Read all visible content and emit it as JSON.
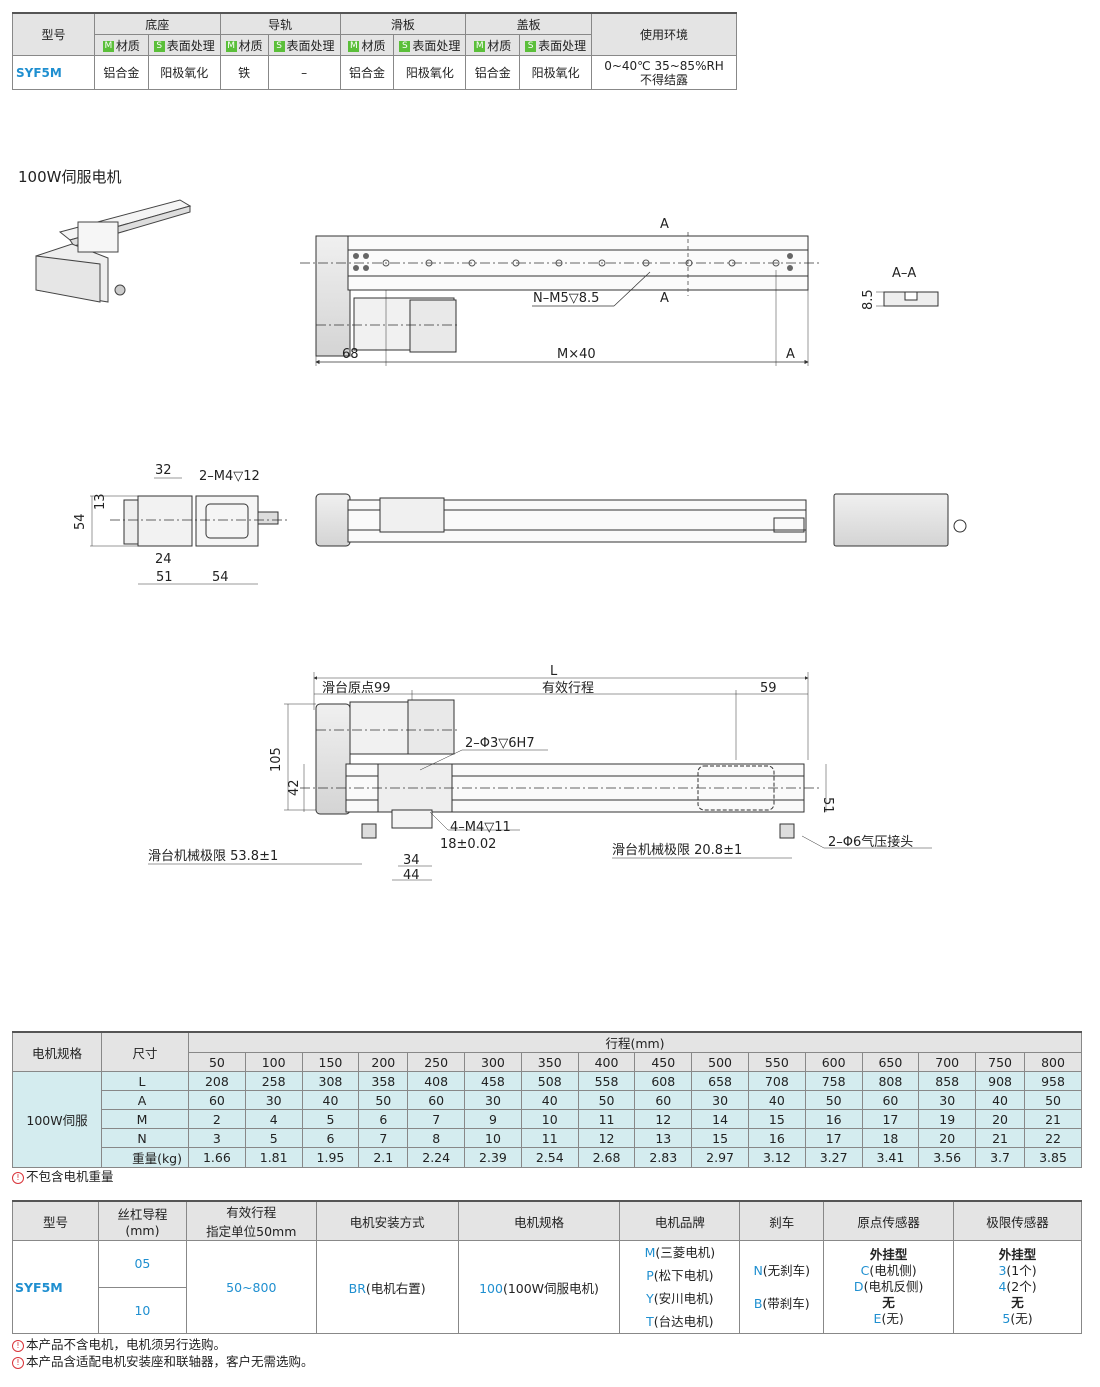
{
  "spec": {
    "h_model": "型号",
    "h_base": "底座",
    "h_rail": "导轨",
    "h_slide": "滑板",
    "h_cover": "盖板",
    "h_env": "使用环境",
    "sub_m": "材质",
    "sub_s": "表面处理",
    "badge_m": "M",
    "badge_s": "S",
    "row": {
      "model": "SYF5M",
      "base_m": "铝合金",
      "base_s": "阳极氧化",
      "rail_m": "铁",
      "rail_s": "–",
      "slide_m": "铝合金",
      "slide_s": "阳极氧化",
      "cover_m": "铝合金",
      "cover_s": "阳极氧化",
      "env1": "0~40℃  35~85%RH",
      "env2": "不得结露"
    }
  },
  "section_title": "100W伺服电机",
  "dims": {
    "d1_a": "A",
    "d1_a2": "A",
    "d1_n": "N–M5▽8.5",
    "d1_68": "68",
    "d1_m40": "M×40",
    "d1_a3": "A",
    "aa": "A–A",
    "aa_85": "8.5",
    "d2_32": "32",
    "d2_m4": "2–M4▽12",
    "d2_54": "54",
    "d2_13": "13",
    "d2_24": "24",
    "d2_51": "51",
    "d2_54b": "54",
    "d3_L": "L",
    "d3_origin": "滑台原点99",
    "d3_stroke": "有效行程",
    "d3_59": "59",
    "d3_105": "105",
    "d3_42": "42",
    "d3_51": "51",
    "d3_phi3": "2–Φ3▽6H7",
    "d3_m4": "4–M4▽11",
    "d3_18": "18±0.02",
    "d3_limit_l": "滑台机械极限  53.8±1",
    "d3_limit_r": "滑台机械极限  20.8±1",
    "d3_phi6": "2–Φ6气压接头",
    "d3_34": "34",
    "d3_44": "44"
  },
  "stroke_table": {
    "h_motor": "电机规格",
    "h_size": "尺寸",
    "h_stroke": "行程(mm)",
    "strokes": [
      "50",
      "100",
      "150",
      "200",
      "250",
      "300",
      "350",
      "400",
      "450",
      "500",
      "550",
      "600",
      "650",
      "700",
      "750",
      "800"
    ],
    "motor": "100W伺服",
    "rows": [
      {
        "label": "L",
        "values": [
          "208",
          "258",
          "308",
          "358",
          "408",
          "458",
          "508",
          "558",
          "608",
          "658",
          "708",
          "758",
          "808",
          "858",
          "908",
          "958"
        ]
      },
      {
        "label": "A",
        "values": [
          "60",
          "30",
          "40",
          "50",
          "60",
          "30",
          "40",
          "50",
          "60",
          "30",
          "40",
          "50",
          "60",
          "30",
          "40",
          "50"
        ]
      },
      {
        "label": "M",
        "values": [
          "2",
          "4",
          "5",
          "6",
          "7",
          "9",
          "10",
          "11",
          "12",
          "14",
          "15",
          "16",
          "17",
          "19",
          "20",
          "21"
        ]
      },
      {
        "label": "N",
        "values": [
          "3",
          "5",
          "6",
          "7",
          "8",
          "10",
          "11",
          "12",
          "13",
          "15",
          "16",
          "17",
          "18",
          "20",
          "21",
          "22"
        ]
      },
      {
        "label": "重量(kg)",
        "values": [
          "1.66",
          "1.81",
          "1.95",
          "2.1",
          "2.24",
          "2.39",
          "2.54",
          "2.68",
          "2.83",
          "2.97",
          "3.12",
          "3.27",
          "3.41",
          "3.56",
          "3.7",
          "3.85"
        ]
      }
    ],
    "note": "不包含电机重量"
  },
  "select_table": {
    "h_model": "型号",
    "h_lead1": "丝杠导程",
    "h_lead2": "(mm)",
    "h_stroke1": "有效行程",
    "h_stroke2": "指定单位50mm",
    "h_mount": "电机安装方式",
    "h_spec": "电机规格",
    "h_brand": "电机品牌",
    "h_brake": "刹车",
    "h_origin": "原点传感器",
    "h_limit": "极限传感器",
    "model": "SYF5M",
    "lead_a": "05",
    "lead_b": "10",
    "stroke": "50~800",
    "mount_code": "BR",
    "mount_text": "(电机右置)",
    "spec_code": "100",
    "spec_text": "(100W伺服电机)",
    "brands": [
      {
        "code": "M",
        "text": "(三菱电机)"
      },
      {
        "code": "P",
        "text": "(松下电机)"
      },
      {
        "code": "Y",
        "text": "(安川电机)"
      },
      {
        "code": "T",
        "text": "(台达电机)"
      }
    ],
    "brake": [
      {
        "code": "N",
        "text": "(无刹车)"
      },
      {
        "code": "B",
        "text": "(带刹车)"
      }
    ],
    "origin_t1": "外挂型",
    "origin_c": "C",
    "origin_c_t": "(电机侧)",
    "origin_d": "D",
    "origin_d_t": "(电机反侧)",
    "origin_t2": "无",
    "origin_e": "E",
    "origin_e_t": "(无)",
    "limit_t1": "外挂型",
    "limit_3": "3",
    "limit_3_t": "(1个)",
    "limit_4": "4",
    "limit_4_t": "(2个)",
    "limit_t2": "无",
    "limit_5": "5",
    "limit_5_t": "(无)"
  },
  "notes": [
    "本产品不含电机，电机须另行选购。",
    "本产品含适配电机安装座和联轴器，客户无需选购。"
  ],
  "note_icon": "!"
}
